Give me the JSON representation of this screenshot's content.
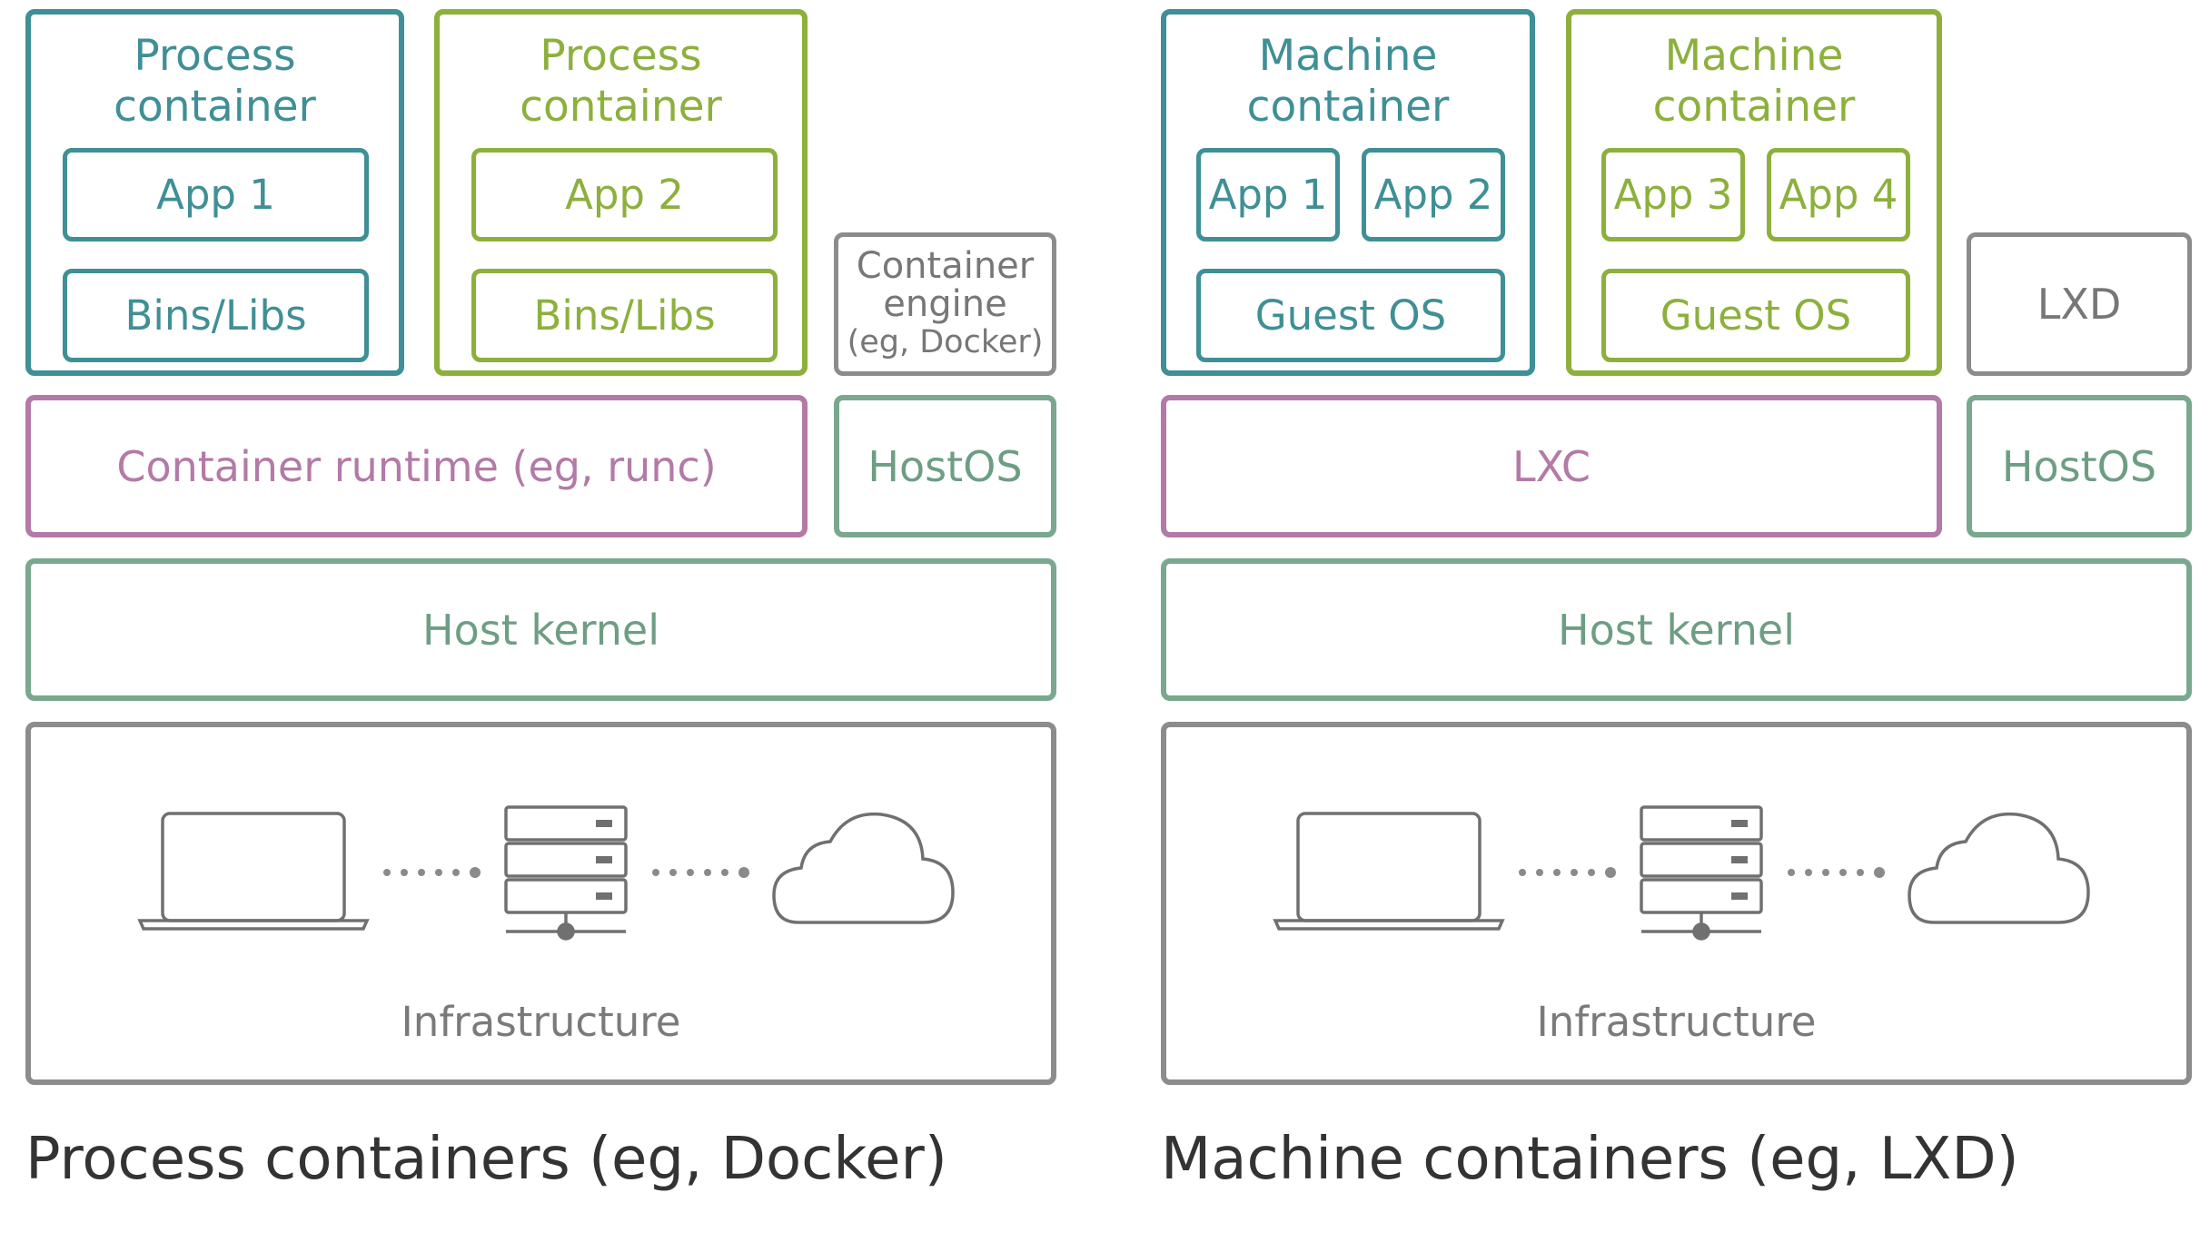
{
  "left": {
    "container_a": {
      "title_line1": "Process",
      "title_line2": "container",
      "app": "App 1",
      "libs": "Bins/Libs"
    },
    "container_b": {
      "title_line1": "Process",
      "title_line2": "container",
      "app": "App 2",
      "libs": "Bins/Libs"
    },
    "engine": {
      "line1": "Container",
      "line2": "engine",
      "line3": "(eg, Docker)"
    },
    "runtime": "Container runtime (eg, runc)",
    "hostos": "HostOS",
    "kernel": "Host kernel",
    "infrastructure": "Infrastructure",
    "caption": "Process containers (eg, Docker)"
  },
  "right": {
    "container_a": {
      "title_line1": "Machine",
      "title_line2": "container",
      "app_a": "App 1",
      "app_b": "App 2",
      "os": "Guest OS"
    },
    "container_b": {
      "title_line1": "Machine",
      "title_line2": "container",
      "app_a": "App 3",
      "app_b": "App 4",
      "os": "Guest OS"
    },
    "lxd": "LXD",
    "lxc": "LXC",
    "hostos": "HostOS",
    "kernel": "Host kernel",
    "infrastructure": "Infrastructure",
    "caption": "Machine containers (eg, LXD)"
  },
  "icons": [
    "laptop-icon",
    "server-icon",
    "cloud-icon"
  ],
  "colors": {
    "teal": "#3f8f96",
    "green": "#8db03d",
    "purple": "#b37aa8",
    "sage": "#7aa88f",
    "grey": "#8c8c8c"
  }
}
